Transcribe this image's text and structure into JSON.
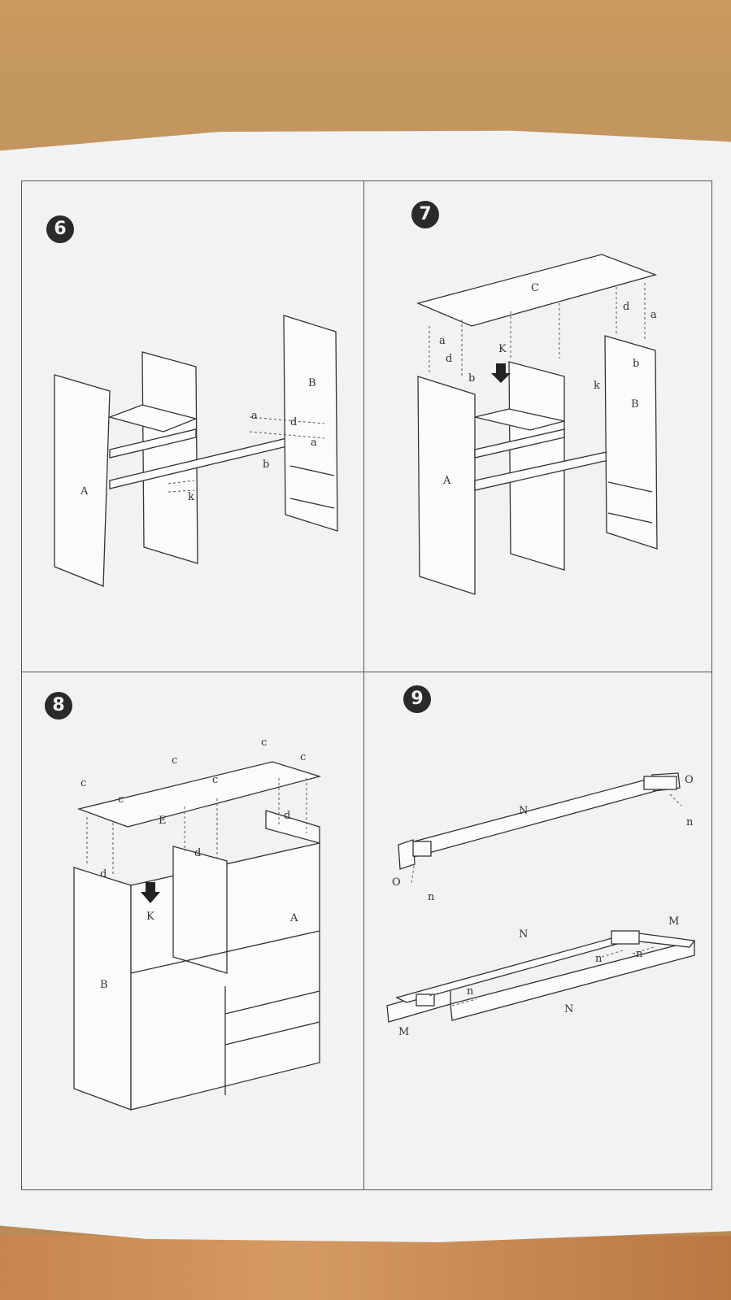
{
  "steps": [
    {
      "number": "6",
      "labels": {
        "A": "A",
        "B": "B",
        "a": "a",
        "b": "b",
        "d": "d",
        "k": "k"
      }
    },
    {
      "number": "7",
      "labels": {
        "A": "A",
        "B": "B",
        "C": "C",
        "K": "K",
        "a": "a",
        "b": "b",
        "d": "d",
        "k": "k"
      }
    },
    {
      "number": "8",
      "labels": {
        "A": "A",
        "B": "B",
        "E": "E",
        "K": "K",
        "c": "c",
        "d": "d"
      }
    },
    {
      "number": "9",
      "labels": {
        "N": "N",
        "O": "O",
        "M": "M",
        "n": "n"
      }
    }
  ]
}
